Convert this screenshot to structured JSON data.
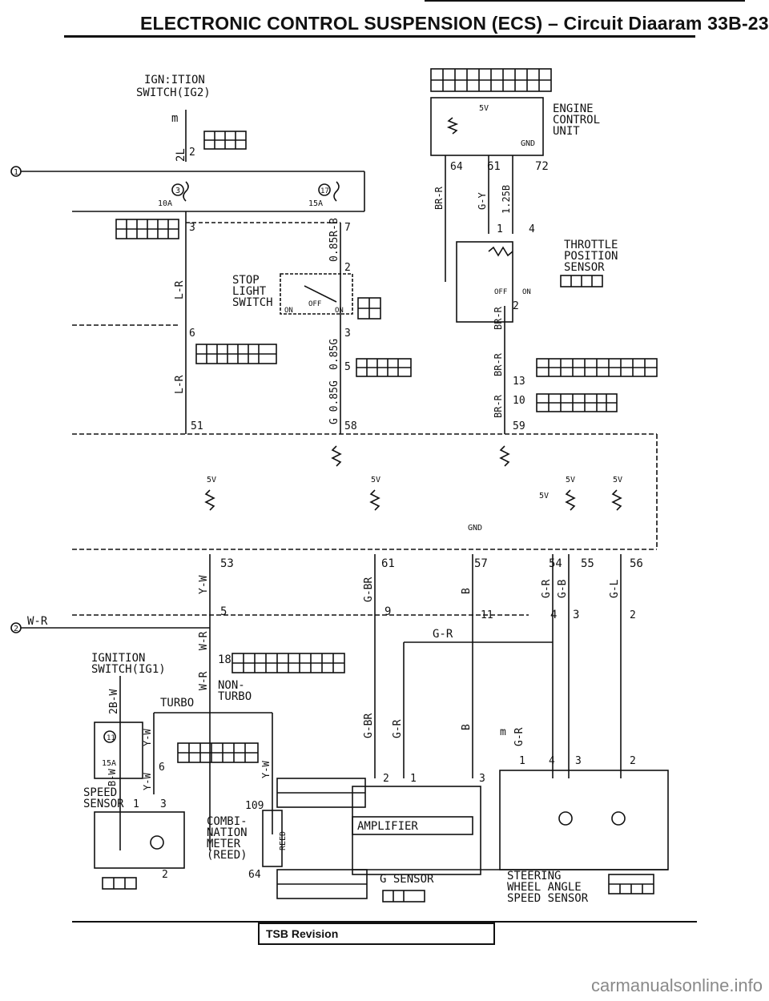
{
  "header": {
    "title": "ELECTRONIC CONTROL SUSPENSION (ECS) – Circuit Diaaram 33B-23"
  },
  "diagram": {
    "components": {
      "ignition_switch_ig2": "IGN:ITION\nSWITCH(IG2)",
      "engine_control_unit": "ENGINE\nCONTROL\nUNIT",
      "throttle_position_sensor": "THROTTLE\nPOSITION\nSENSOR",
      "stop_light_switch": "STOP\nLIGHT\nSWITCH",
      "ignition_switch_ig1": "IGNITION\nSWITCH(IG1)",
      "speed_sensor": "SPEED\nSENSOR",
      "combination_meter": "COMBI-\nNATION\nMETER\n(REED)",
      "amplifier": "AMPLIFIER",
      "g_sensor": "G SENSOR",
      "steering_sensor": "STEERING\nWHEEL ANGLE\nSPEED SENSOR",
      "turbo": "TURBO",
      "non_turbo": "NON-\nTURBO",
      "reed": "REED"
    },
    "fuses": [
      "10A",
      "15A",
      "15A"
    ],
    "fuse_numbers": [
      "3",
      "17",
      "11"
    ],
    "supply_labels": [
      "5V",
      "GND",
      "OFF",
      "ON"
    ],
    "wire_colors": [
      "2L",
      "L-R",
      "0.85R-B",
      "0.85G",
      "G",
      "BR-R",
      "G-Y",
      "1.25B",
      "B",
      "Y-W",
      "G-BR",
      "G-R",
      "G-B",
      "G-L",
      "W-R",
      "2B-W",
      "B-W"
    ],
    "pin_numbers": [
      "64",
      "61",
      "72",
      "1",
      "4",
      "2",
      "13",
      "10",
      "59",
      "3",
      "7",
      "6",
      "5",
      "51",
      "58",
      "53",
      "61",
      "57",
      "54",
      "55",
      "56",
      "9",
      "11",
      "18",
      "109",
      "64"
    ],
    "circle_markers": [
      "1",
      "2"
    ]
  },
  "footer": {
    "revision_label": "TSB Revision"
  },
  "watermark": "carmanualsonline.info"
}
